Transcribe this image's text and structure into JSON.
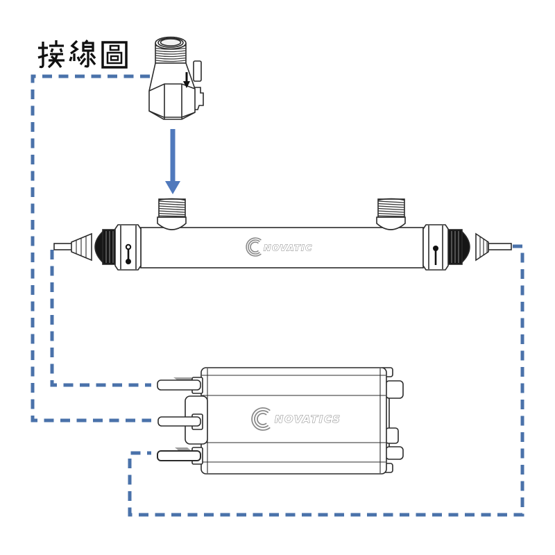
{
  "title": {
    "text": "接線圖"
  },
  "tube": {
    "logo_text": "NOVATIC"
  },
  "ballast": {
    "logo_text": "NOVATICS"
  },
  "colors": {
    "wire": "#4a72aa",
    "arrow": "#5079bc",
    "ink": "#222222",
    "logo": "#8a8a8a"
  }
}
